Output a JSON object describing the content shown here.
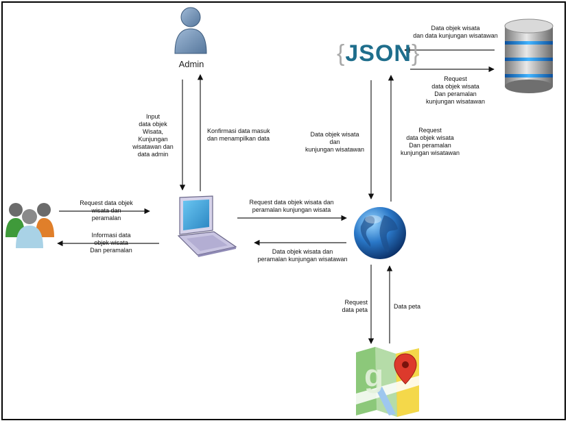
{
  "nodes": {
    "admin": {
      "label": "Admin",
      "icon": "admin-user-icon"
    },
    "json": {
      "open_brace": "{",
      "text": "JSON",
      "close_brace": "}",
      "icon": "json-icon"
    },
    "database": {
      "icon": "database-icon"
    },
    "users": {
      "icon": "users-group-icon"
    },
    "laptop": {
      "icon": "laptop-icon"
    },
    "globe": {
      "icon": "globe-internet-icon"
    },
    "maps": {
      "icon": "google-maps-icon"
    }
  },
  "edges": {
    "admin_to_laptop": "Input\ndata objek\nWisata,\nKunjungan\nwisatawan dan\ndata admin",
    "laptop_to_admin": "Konfirmasi data masuk\ndan menampilkan data",
    "users_to_laptop": "Request data objek\nwisata dan\nperamalan",
    "laptop_to_users": "Informasi data\nobjek wisata\nDan peramalan",
    "laptop_to_globe": "Request data objek wisata dan\nperamalan kunjungan wisata",
    "globe_to_laptop": "Data objek wisata dan\nperamalan kunjungan wisatawan",
    "json_to_globe": "Data objek wisata\ndan\nkunjungan wisatawan",
    "globe_to_json": "Request\ndata objek wisata\nDan peramalan\nkunjungan wisatawan",
    "db_to_json": "Data objek wisata\ndan data kunjungan wisatawan",
    "json_to_db": "Request\ndata objek wisata\nDan peramalan\nkunjungan wisatawan",
    "globe_to_maps": "Request\ndata peta",
    "maps_to_globe": "Data peta"
  },
  "colors": {
    "admin": "#6f8fb3",
    "json_text": "#1f6e8c",
    "database_band": "#2a8fe0",
    "globe": "#1a5aa8",
    "laptop_screen": "#3aa0d8",
    "laptop_body": "#c8c4e0"
  }
}
